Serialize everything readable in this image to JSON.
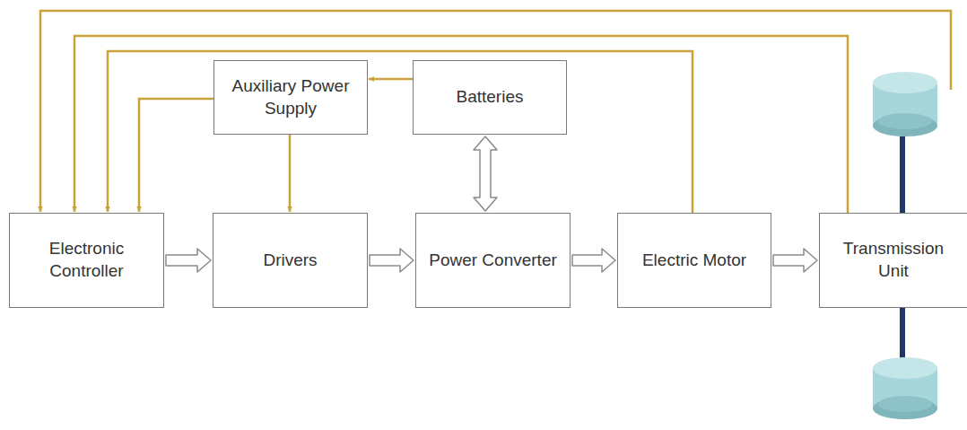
{
  "diagram": {
    "nodes": [
      {
        "text": [
          "Auxiliary Power Supply"
        ]
      },
      {
        "text": [
          "Batteries"
        ]
      },
      {
        "text": [
          "Electronic Controller"
        ]
      },
      {
        "text": [
          "Drivers"
        ]
      },
      {
        "text": [
          "Power Converter"
        ]
      },
      {
        "text": [
          "Electric Motor"
        ]
      },
      {
        "text": [
          "Transmission Unit"
        ]
      }
    ],
    "edges": [
      {
        "from": 2,
        "to": 3,
        "arrow": "to"
      },
      {
        "from": 3,
        "to": 4,
        "arrow": "to"
      },
      {
        "from": 4,
        "to": 5,
        "arrow": "to"
      },
      {
        "from": 5,
        "to": 6,
        "arrow": "to"
      },
      {
        "from": 1,
        "to": 4,
        "arrow": "both"
      },
      {
        "from": 1,
        "to": 0,
        "arrow": "to"
      },
      {
        "from": 0,
        "to": 3,
        "arrow": "to"
      },
      {
        "from": 0,
        "to": 2,
        "arrow": "to"
      },
      {
        "from": 5,
        "to": 2,
        "arrow": "to"
      },
      {
        "from": 6,
        "to": 2,
        "arrow": "to"
      }
    ]
  }
}
